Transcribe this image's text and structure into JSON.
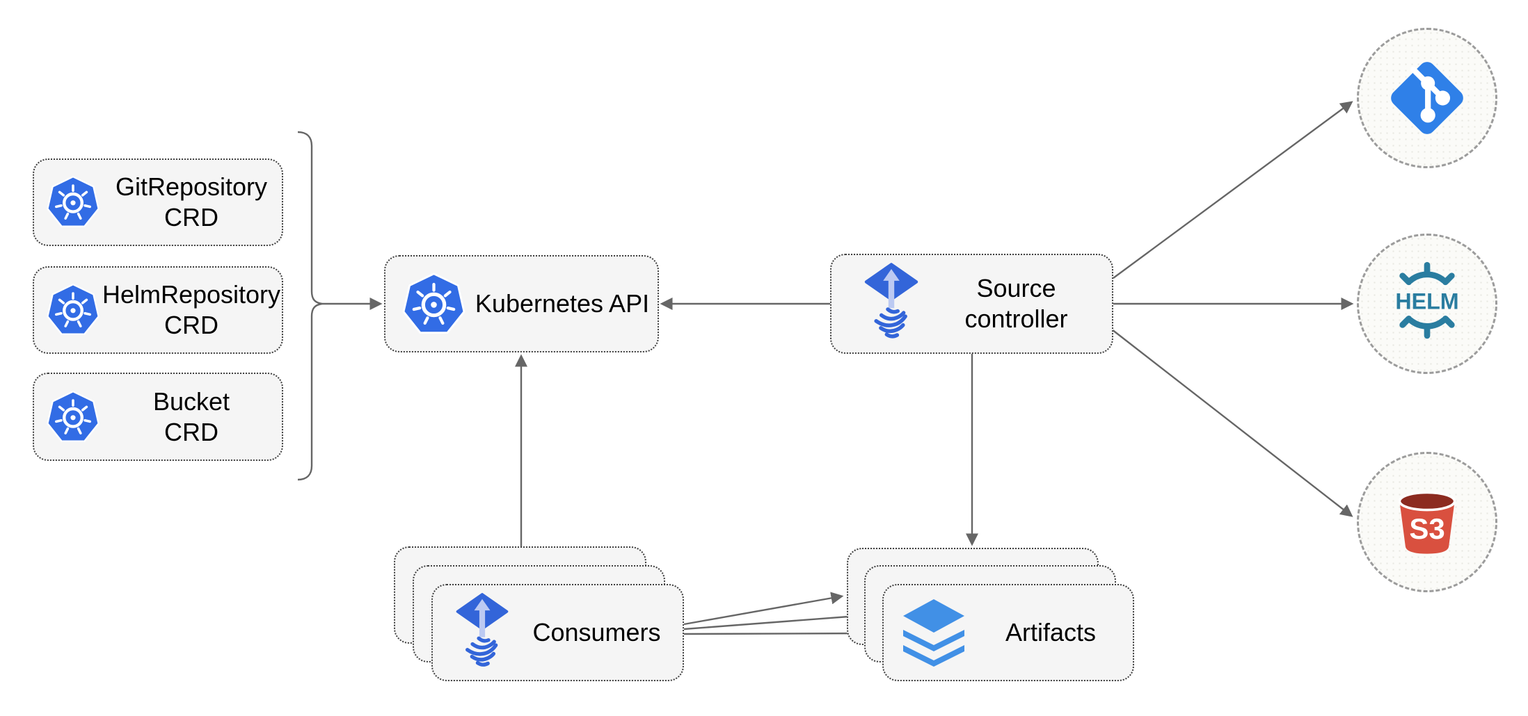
{
  "diagram": {
    "type": "architecture-diagram",
    "subject": "Flux source-controller"
  },
  "colors": {
    "background": "#ffffff",
    "box_fill": "#f5f5f5",
    "box_border": "#3f3f3f",
    "circle_fill": "#fbfbf8",
    "circle_border": "#9c9c9c",
    "arrow": "#666666",
    "text": "#000000",
    "kubernetes_blue": "#326ce5",
    "flux_blue": "#3365d9",
    "flux_arrow_light": "#bccaf2",
    "git_blue": "#2f80e8",
    "helm_teal": "#2a7da0",
    "s3_red": "#d9503f",
    "s3_dark_red": "#8c2b20",
    "layers_blue": "#4190e6"
  },
  "nodes": {
    "crds": [
      {
        "id": "git-repository-crd",
        "label": "GitRepository\nCRD",
        "icon": "kubernetes-icon"
      },
      {
        "id": "helm-repository-crd",
        "label": "HelmRepository\nCRD",
        "icon": "kubernetes-icon"
      },
      {
        "id": "bucket-crd",
        "label": "Bucket\nCRD",
        "icon": "kubernetes-icon"
      }
    ],
    "kubernetes_api": {
      "label": "Kubernetes API",
      "icon": "kubernetes-icon"
    },
    "source_controller": {
      "label": "Source\ncontroller",
      "icon": "flux-icon"
    },
    "consumers": {
      "label": "Consumers",
      "icon": "flux-icon",
      "stack_count": 3
    },
    "artifacts": {
      "label": "Artifacts",
      "icon": "layers-icon",
      "stack_count": 3
    },
    "externals": [
      {
        "id": "git-repository",
        "icon": "git-icon"
      },
      {
        "id": "helm-repository",
        "icon": "helm-icon",
        "text": "HELM"
      },
      {
        "id": "s3-bucket",
        "icon": "s3-icon",
        "text": "S3"
      }
    ]
  },
  "edges": [
    {
      "from": "crd-group-brace",
      "to": "kubernetes_api"
    },
    {
      "from": "source_controller",
      "to": "kubernetes_api"
    },
    {
      "from": "consumers",
      "to": "kubernetes_api"
    },
    {
      "from": "source_controller",
      "to": "artifacts"
    },
    {
      "from": "source_controller",
      "to": "git-repository"
    },
    {
      "from": "source_controller",
      "to": "helm-repository"
    },
    {
      "from": "source_controller",
      "to": "s3-bucket"
    },
    {
      "from": "consumers",
      "to": "artifacts",
      "count": 3
    }
  ]
}
